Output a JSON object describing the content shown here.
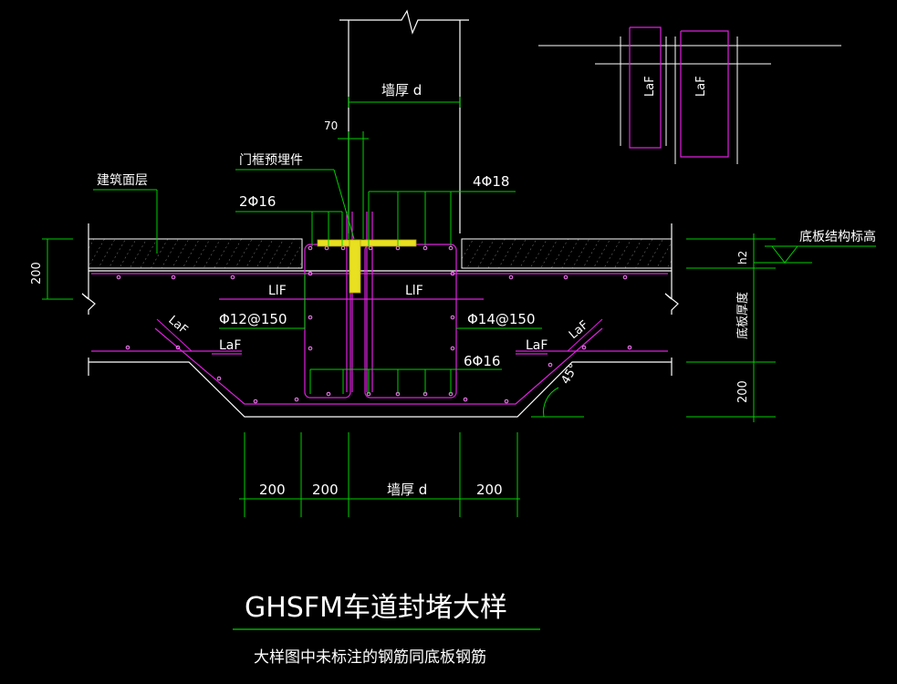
{
  "colors": {
    "background": "#000000",
    "structure": "#ffffff",
    "rebar": "#e020e0",
    "dimension": "#00d000",
    "annotation_text": "#ffffff",
    "embedded_part": "#e8e020"
  },
  "labels": {
    "wall_thickness_top": "墙厚 d",
    "dim_70": "70",
    "door_frame_embed": "门框预埋件",
    "building_surface": "建筑面层",
    "rebar_2phi16": "2Φ16",
    "rebar_4phi18": "4Φ18",
    "floor_elev": "底板结构标高",
    "dim_200_left": "200",
    "h2": "h2",
    "slab_thickness": "底板厚度",
    "dim_200_right": "200",
    "llf_left": "LlF",
    "llf_right": "LlF",
    "phi12": "Φ12@150",
    "phi14": "Φ14@150",
    "laf_left_diag": "LaF",
    "laf_left": "LaF",
    "laf_right": "LaF",
    "laf_right_diag": "LaF",
    "rebar_6phi16": "6Φ16",
    "angle": "45°",
    "laf_detail_1": "LaF",
    "laf_detail_2": "LaF",
    "bottom_dims": [
      "200",
      "200",
      "墙厚 d",
      "200"
    ]
  },
  "title": {
    "main": "GHSFM车道封堵大样",
    "note": "大样图中未标注的钢筋同底板钢筋"
  }
}
